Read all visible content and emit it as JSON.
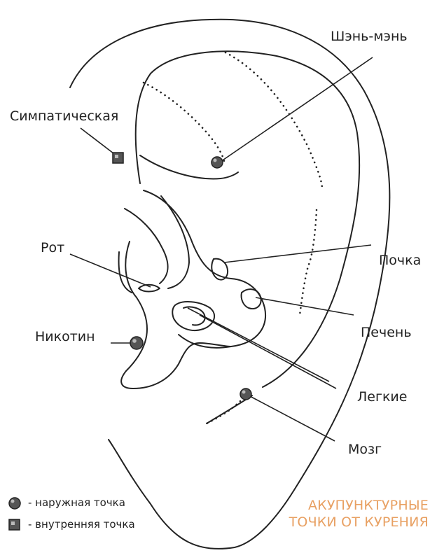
{
  "labels": {
    "shen_men": "Шэнь-мэнь",
    "sympathetic": "Симпатическая",
    "mouth": "Рот",
    "kidney": "Почка",
    "liver": "Печень",
    "nicotine": "Никотин",
    "lungs": "Легкие",
    "brain": "Мозг"
  },
  "legend": {
    "outer_point": "- наружная точка",
    "inner_point": "- внутренняя точка"
  },
  "caption": {
    "line1": "АКУПУНКТУРНЫЕ",
    "line2": "ТОЧКИ ОТ КУРЕНИЯ"
  },
  "colors": {
    "caption": "#e8a062",
    "ink": "#222222",
    "point_fill": "#555555"
  }
}
